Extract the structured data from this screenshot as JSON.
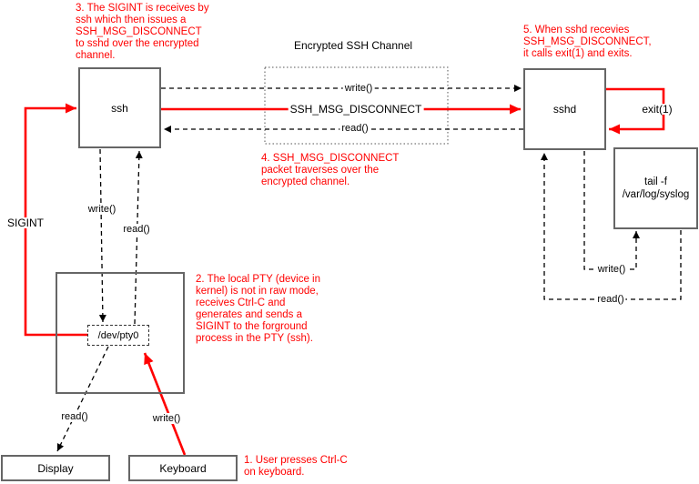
{
  "colors": {
    "red": "#ff0000",
    "border-gray": "#666666",
    "line-black": "#000000"
  },
  "nodes": {
    "ssh": "ssh",
    "sshd": "sshd",
    "tail": "tail -f\n/var/log/syslog",
    "pty": "/dev/pty0",
    "display": "Display",
    "keyboard": "Keyboard"
  },
  "channel": {
    "title": "Encrypted SSH Channel",
    "write": "write()",
    "message": "SSH_MSG_DISCONNECT",
    "read": "read()"
  },
  "labels": {
    "sigint": "SIGINT",
    "exit": "exit(1)",
    "ssh_pty_write": "write()",
    "ssh_pty_read": "read()",
    "pty_display_read": "read()",
    "keyboard_pty_write": "write()",
    "sshd_tail_write": "write()",
    "tail_sshd_read": "read()"
  },
  "annotations": {
    "step1": "1. User presses Ctrl-C\non keyboard.",
    "step2": "2. The local PTY (device in\nkernel) is not in raw mode,\nreceives Ctrl-C and\ngenerates and sends a\nSIGINT to the forground\nprocess in the PTY (ssh).",
    "step3": "3. The SIGINT is receives by\nssh which then issues a\nSSH_MSG_DISCONNECT\nto sshd over the encrypted\nchannel.",
    "step4": "4. SSH_MSG_DISCONNECT\npacket traverses over the\nencrypted channel.",
    "step5": "5. When sshd recevies\nSSH_MSG_DISCONNECT,\nit calls exit(1) and exits."
  }
}
